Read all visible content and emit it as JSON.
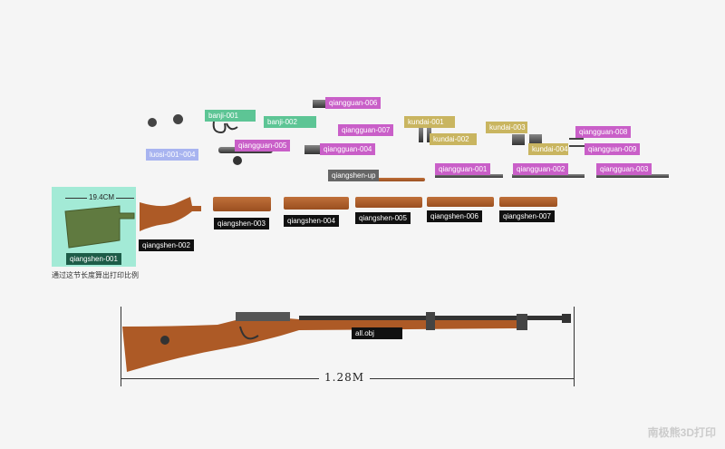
{
  "parts": {
    "luosi": "luosi-001~004",
    "banji1": "banji-001",
    "banji2": "banji-002",
    "qg6": "qiangguan-006",
    "qg7": "qiangguan-007",
    "qg5": "qiangguan-005",
    "qg4": "qiangguan-004",
    "up": "qiangshen-up",
    "kd1": "kundai-001",
    "kd2": "kundai-002",
    "kd3": "kundai-003",
    "kd4": "kundai-004",
    "qg8": "qiangguan-008",
    "qg9": "qiangguan-009",
    "qg1": "qiangguan-001",
    "qg2": "qiangguan-002",
    "qg3": "qiangguan-003",
    "qs1": "qiangshen-001",
    "qs2": "qiangshen-002",
    "qs3": "qiangshen-003",
    "qs4": "qiangshen-004",
    "qs5": "qiangshen-005",
    "qs6": "qiangshen-006",
    "qs7": "qiangshen-007"
  },
  "stock_dimension": "19.4CM",
  "note": "通过这节长度算出打印比例",
  "assembly_label": "all.obj",
  "overall_length": "1.28M",
  "watermark": "南极熊3D打印",
  "colors": {
    "pink": "#c95fc8",
    "green": "#5dc595",
    "olive": "#c9b560",
    "blue": "#a8b4f0",
    "wood": "#b5622c"
  }
}
